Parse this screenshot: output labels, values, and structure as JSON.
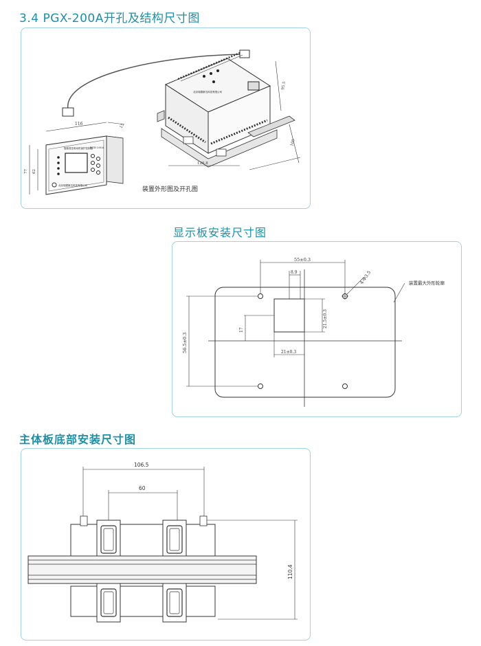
{
  "section1": {
    "title": "3.4 PGX-200A开孔及结构尺寸图",
    "caption": "装置外形图及开孔图",
    "panel_model": "PGX-200A",
    "panel_name": "智能低压电动机保护控制器",
    "panel_company": "北京瑞德斯达科技有限公司",
    "dims": {
      "panel_width": "116",
      "panel_depth": "15",
      "panel_height_outer": "77",
      "panel_height_inner": "62",
      "body_height": "95.5",
      "body_length": "126.8",
      "body_depth": "100"
    }
  },
  "section2": {
    "title": "显示板安装尺寸图",
    "dims": {
      "hole_spacing": "55±0.3",
      "window_offset": "8.9",
      "hole_spec": "4-Φ3.5",
      "window_height": "21.5±0.3",
      "window_width": "21±0.3",
      "offset_17": "17",
      "overall_height": "56.5±0.3"
    },
    "outline_label": "装置最大外形轮廓"
  },
  "section3": {
    "title": "主体板底部安装尺寸图",
    "dims": {
      "outer_spacing": "106.5",
      "inner_spacing": "60",
      "height": "110.4"
    }
  },
  "colors": {
    "accent": "#1d8fa6",
    "border": "#9fd3de",
    "line": "#333333"
  }
}
